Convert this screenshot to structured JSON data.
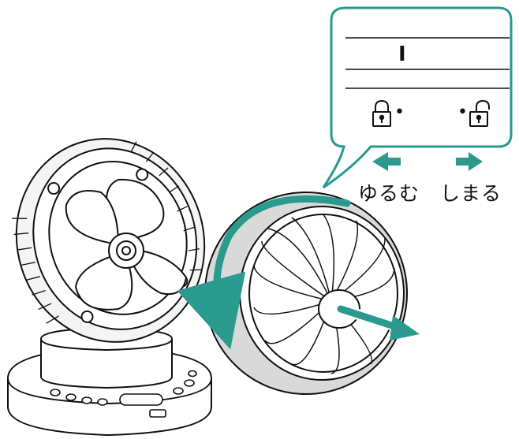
{
  "callout": {
    "title_mark": "I",
    "left_mark": "•",
    "right_mark": "•"
  },
  "labels": {
    "loosen": "ゆるむ",
    "tighten": "しまる"
  },
  "colors": {
    "accent": "#2a9a8e",
    "accent_dark": "#1f7f76",
    "line": "#111111",
    "grille_fill": "#d9d9d9"
  },
  "icons": [
    "lock-closed-icon",
    "lock-open-icon",
    "arrow-left-icon",
    "arrow-right-icon",
    "rotation-arrow-icon",
    "pull-arrow-icon"
  ]
}
